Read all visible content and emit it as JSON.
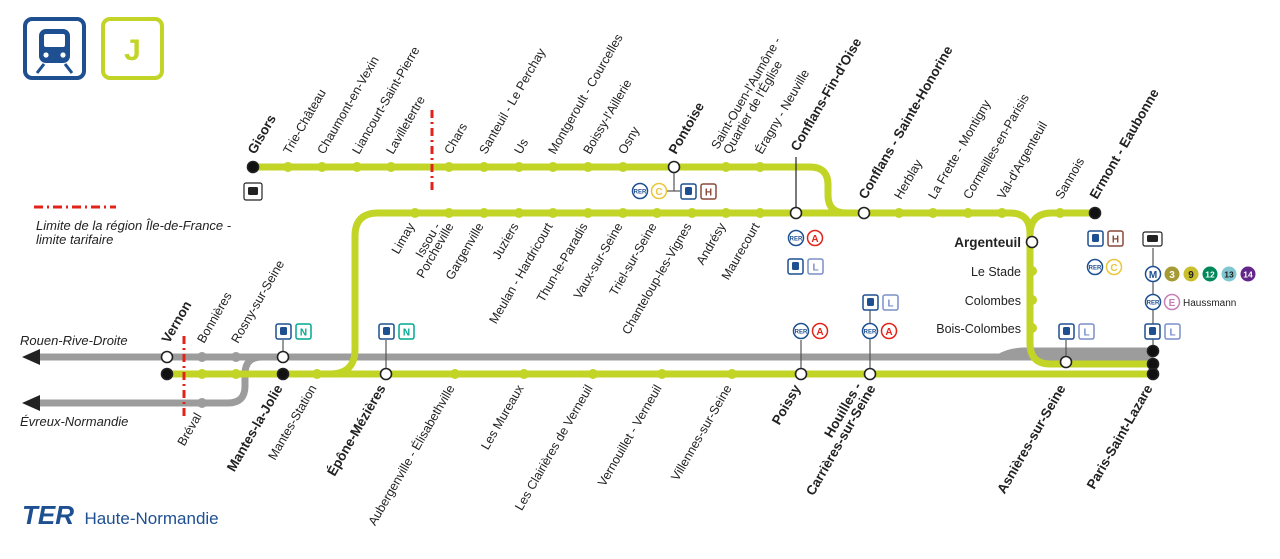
{
  "header": {
    "line_letter": "J",
    "train_icon": "train-icon"
  },
  "legend": {
    "line1": "Limite de la région Île-de-France -",
    "line2": "limite tarifaire"
  },
  "destinations": {
    "rouen": "Rouen-Rive-Droite",
    "evreux": "Évreux-Normandie"
  },
  "stations_top": [
    {
      "id": "gisors",
      "name": "Gisors",
      "major": true
    },
    {
      "id": "trie",
      "name": "Trie-Château"
    },
    {
      "id": "chaumont",
      "name": "Chaumont-en-Vexin"
    },
    {
      "id": "liancourt",
      "name": "Liancourt-Saint-Pierre"
    },
    {
      "id": "lavilletertre",
      "name": "Lavilletertre"
    },
    {
      "id": "chars",
      "name": "Chars"
    },
    {
      "id": "santeuil",
      "name": "Santeuil - Le Perchay"
    },
    {
      "id": "us",
      "name": "Us"
    },
    {
      "id": "montgeroult",
      "name": "Montgeroult - Courcelles"
    },
    {
      "id": "boissy",
      "name": "Boissy-l'Aillerie"
    },
    {
      "id": "osny",
      "name": "Osny"
    },
    {
      "id": "pontoise",
      "name": "Pontoise",
      "major": true
    },
    {
      "id": "stouen1",
      "name": "Saint-Ouen-l'Aumône -"
    },
    {
      "id": "stouen2",
      "name": "Quartier de l'Église"
    },
    {
      "id": "eragny",
      "name": "Éragny - Neuville"
    },
    {
      "id": "conflans_fo",
      "name": "Conflans-Fin-d'Oise",
      "major": true
    },
    {
      "id": "conflans_sh",
      "name": "Conflans - Sainte-Honorine",
      "major": true
    },
    {
      "id": "herblay",
      "name": "Herblay"
    },
    {
      "id": "frette",
      "name": "La Frette - Montigny"
    },
    {
      "id": "cormeilles",
      "name": "Cormeilles-en-Parisis"
    },
    {
      "id": "valdargenteuil",
      "name": "Val-d'Argenteuil"
    },
    {
      "id": "sannois",
      "name": "Sannois"
    },
    {
      "id": "ermont",
      "name": "Ermont - Eaubonne",
      "major": true
    }
  ],
  "stations_middle": [
    {
      "id": "limay",
      "name": "Limay"
    },
    {
      "id": "issou1",
      "name": "Issou -"
    },
    {
      "id": "issou2",
      "name": "Porcheville"
    },
    {
      "id": "gargenville",
      "name": "Gargenville"
    },
    {
      "id": "juziers",
      "name": "Juziers"
    },
    {
      "id": "meulan",
      "name": "Meulan - Hardricourt"
    },
    {
      "id": "thun",
      "name": "Thun-le-Paradis"
    },
    {
      "id": "vaux",
      "name": "Vaux-sur-Seine"
    },
    {
      "id": "triel",
      "name": "Triel-sur-Seine"
    },
    {
      "id": "chanteloup",
      "name": "Chanteloup-les-Vignes"
    },
    {
      "id": "andresy",
      "name": "Andrésy"
    },
    {
      "id": "maurecourt",
      "name": "Maurecourt"
    }
  ],
  "stations_branch": [
    {
      "id": "argenteuil",
      "name": "Argenteuil",
      "major": true
    },
    {
      "id": "lestade",
      "name": "Le Stade"
    },
    {
      "id": "colombes",
      "name": "Colombes"
    },
    {
      "id": "boiscolombes",
      "name": "Bois-Colombes"
    }
  ],
  "stations_bottom": [
    {
      "id": "vernon",
      "name": "Vernon",
      "major": true
    },
    {
      "id": "bonnieres",
      "name": "Bonnières"
    },
    {
      "id": "rosny",
      "name": "Rosny-sur-Seine"
    },
    {
      "id": "breval",
      "name": "Bréval"
    },
    {
      "id": "mantes_jolie",
      "name": "Mantes-la-Jolie",
      "major": true
    },
    {
      "id": "mantes_station",
      "name": "Mantes-Station"
    },
    {
      "id": "epone",
      "name": "Épône-Mézières",
      "major": true
    },
    {
      "id": "aubergenville",
      "name": "Aubergenville - Élisabethville"
    },
    {
      "id": "mureaux",
      "name": "Les Mureaux"
    },
    {
      "id": "clairieres",
      "name": "Les Clairières de Verneuil"
    },
    {
      "id": "vernouillet",
      "name": "Vernouillet - Verneuil"
    },
    {
      "id": "villennes",
      "name": "Villennes-sur-Seine"
    },
    {
      "id": "poissy",
      "name": "Poissy",
      "major": true
    },
    {
      "id": "houilles1",
      "name": "Houilles -"
    },
    {
      "id": "houilles2",
      "name": "Carrières-sur-Seine"
    },
    {
      "id": "asnieres",
      "name": "Asnières-sur-Seine",
      "major": true
    },
    {
      "id": "stlazare",
      "name": "Paris-Saint-Lazare",
      "major": true
    }
  ],
  "badges": {
    "rer": "RER",
    "rer_a": "A",
    "rer_c": "C",
    "rer_e": "E",
    "transilien_h": "H",
    "transilien_l": "L",
    "transilien_n": "N",
    "metro": "M",
    "metro_lines": [
      "3",
      "9",
      "12",
      "13",
      "14"
    ],
    "haussmann": "Haussmann"
  },
  "brand": {
    "ter": "TER",
    "region": "Haute-Normandie"
  },
  "colors": {
    "line_j": "#c2d426",
    "grey": "#9c9c9c",
    "navy": "#1d4f91",
    "rer_red": "#e2231a",
    "rer_yellow": "#e9c63a",
    "rer_pink": "#c77fb5",
    "trans_h": "#8a4a3a",
    "trans_l": "#7a8fc9",
    "trans_n": "#00a88f",
    "limit": "#e2231a"
  }
}
